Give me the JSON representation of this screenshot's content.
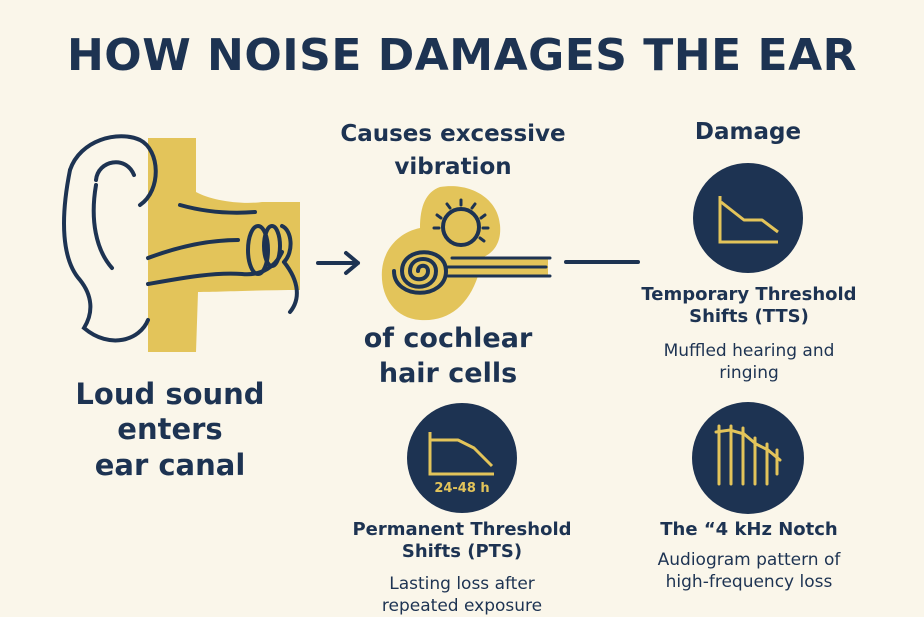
{
  "title": "HOW NOISE DAMAGES THE EAR",
  "steps": {
    "ear": {
      "caption_lines": [
        "Loud sound",
        "enters",
        "ear canal"
      ],
      "icon": "ear-icon"
    },
    "cochlea": {
      "caption_top_lines": [
        "Causes excessive",
        "vibration"
      ],
      "caption_bottom_lines": [
        "of cochlear",
        "hair cells"
      ],
      "icon": "cochlea-icon"
    },
    "damage": {
      "heading": "Damage"
    }
  },
  "effects": {
    "tts": {
      "title_lines": [
        "Temporary Threshold",
        "Shifts (TTS)"
      ],
      "desc_lines": [
        "Muffled hearing and",
        "ringing"
      ],
      "icon": "declining-graph-icon"
    },
    "pts": {
      "title_lines": [
        "Permanent Threshold",
        "Shifts (PTS)"
      ],
      "desc_lines": [
        "Lasting loss after",
        "repeated exposure"
      ],
      "badge": "24-48 h",
      "icon": "declining-graph-icon"
    },
    "notch": {
      "title": "The “4 kHz Notch",
      "desc_lines": [
        "Audiogram pattern of",
        "high-frequency loss"
      ],
      "icon": "audiogram-notch-icon"
    }
  },
  "colors": {
    "background": "#faf6ea",
    "navy": "#1d3352",
    "gold": "#e3c45a"
  }
}
